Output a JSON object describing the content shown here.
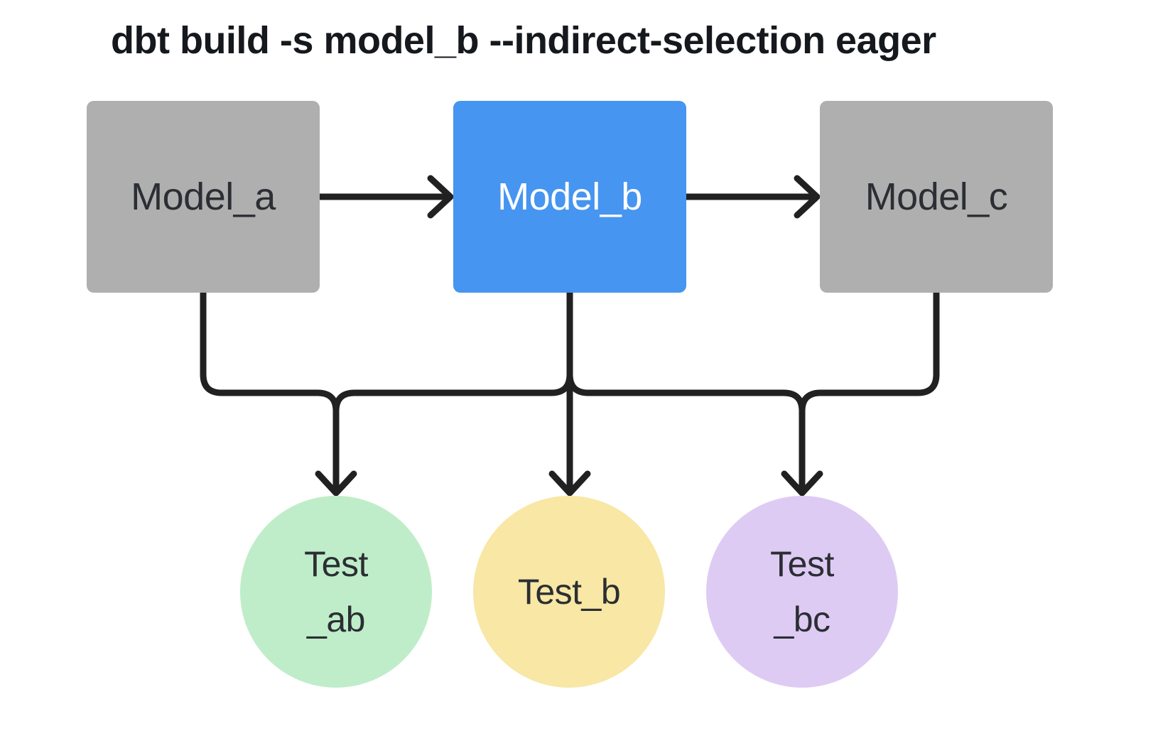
{
  "title": "dbt build -s model_b --indirect-selection eager",
  "colors": {
    "background": "#ffffff",
    "edge": "#212121",
    "title_text": "#15181c",
    "model_text_dark": "#2b2e33",
    "model_text_light": "#ffffff",
    "test_text": "#2b2e33"
  },
  "nodes": {
    "model_a": {
      "label": "Model_a",
      "type": "model",
      "fill": "#AFAFAF",
      "text_color": "#2b2e33"
    },
    "model_b": {
      "label": "Model_b",
      "type": "model",
      "fill": "#4695F0",
      "text_color": "#ffffff"
    },
    "model_c": {
      "label": "Model_c",
      "type": "model",
      "fill": "#AFAFAF",
      "text_color": "#2b2e33"
    },
    "test_ab": {
      "line1": "Test",
      "line2": "_ab",
      "type": "test",
      "fill": "#BFEDC9",
      "text_color": "#2b2e33"
    },
    "test_b": {
      "label": "Test_b",
      "type": "test",
      "fill": "#F8E7A5",
      "text_color": "#2b2e33"
    },
    "test_bc": {
      "line1": "Test",
      "line2": "_bc",
      "type": "test",
      "fill": "#DECBF4",
      "text_color": "#2b2e33"
    }
  },
  "edges": [
    {
      "from": "model_a",
      "to": "model_b"
    },
    {
      "from": "model_b",
      "to": "model_c"
    },
    {
      "from": "model_a",
      "to": "test_ab"
    },
    {
      "from": "model_b",
      "to": "test_ab"
    },
    {
      "from": "model_b",
      "to": "test_b"
    },
    {
      "from": "model_b",
      "to": "test_bc"
    },
    {
      "from": "model_c",
      "to": "test_bc"
    }
  ]
}
